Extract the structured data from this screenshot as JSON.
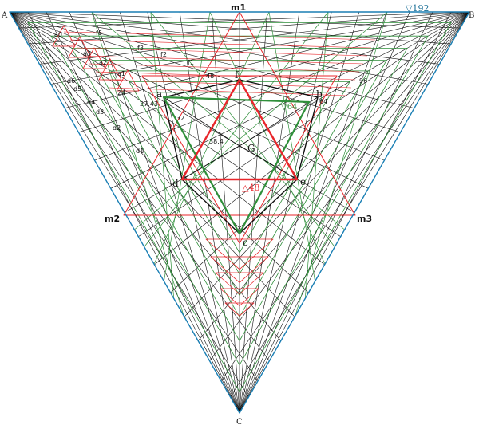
{
  "colors": {
    "outer": "#1a7fb4",
    "black": "#111111",
    "red": "#e8262b",
    "green": "#2f8f3a",
    "label_red": "#e8262b",
    "label_teal": "#1a6f96"
  },
  "labels": {
    "A": "A",
    "B": "B",
    "C": "C",
    "m1": "m1",
    "m2": "m2",
    "m3": "m3",
    "a": "a",
    "b": "b",
    "c": "c",
    "d": "d",
    "e": "e",
    "f": "f",
    "G": "G",
    "tri192": "▽192",
    "tri64": "▽64",
    "tri48": "△48",
    "v64": "64",
    "v96": "96",
    "v48": "48",
    "v24": "24",
    "v32": "32",
    "v27_43": "27.43",
    "v38_4": "38.4",
    "a0": "a0",
    "a1": "a1",
    "a2": "a2",
    "a3": "a3",
    "f1": "f1",
    "f2": "f2",
    "f3": "f3",
    "f6": "f6",
    "d1": "d1",
    "d2": "d2",
    "d3": "d3",
    "d4": "d4",
    "d5": "d5",
    "d6": "d6"
  }
}
